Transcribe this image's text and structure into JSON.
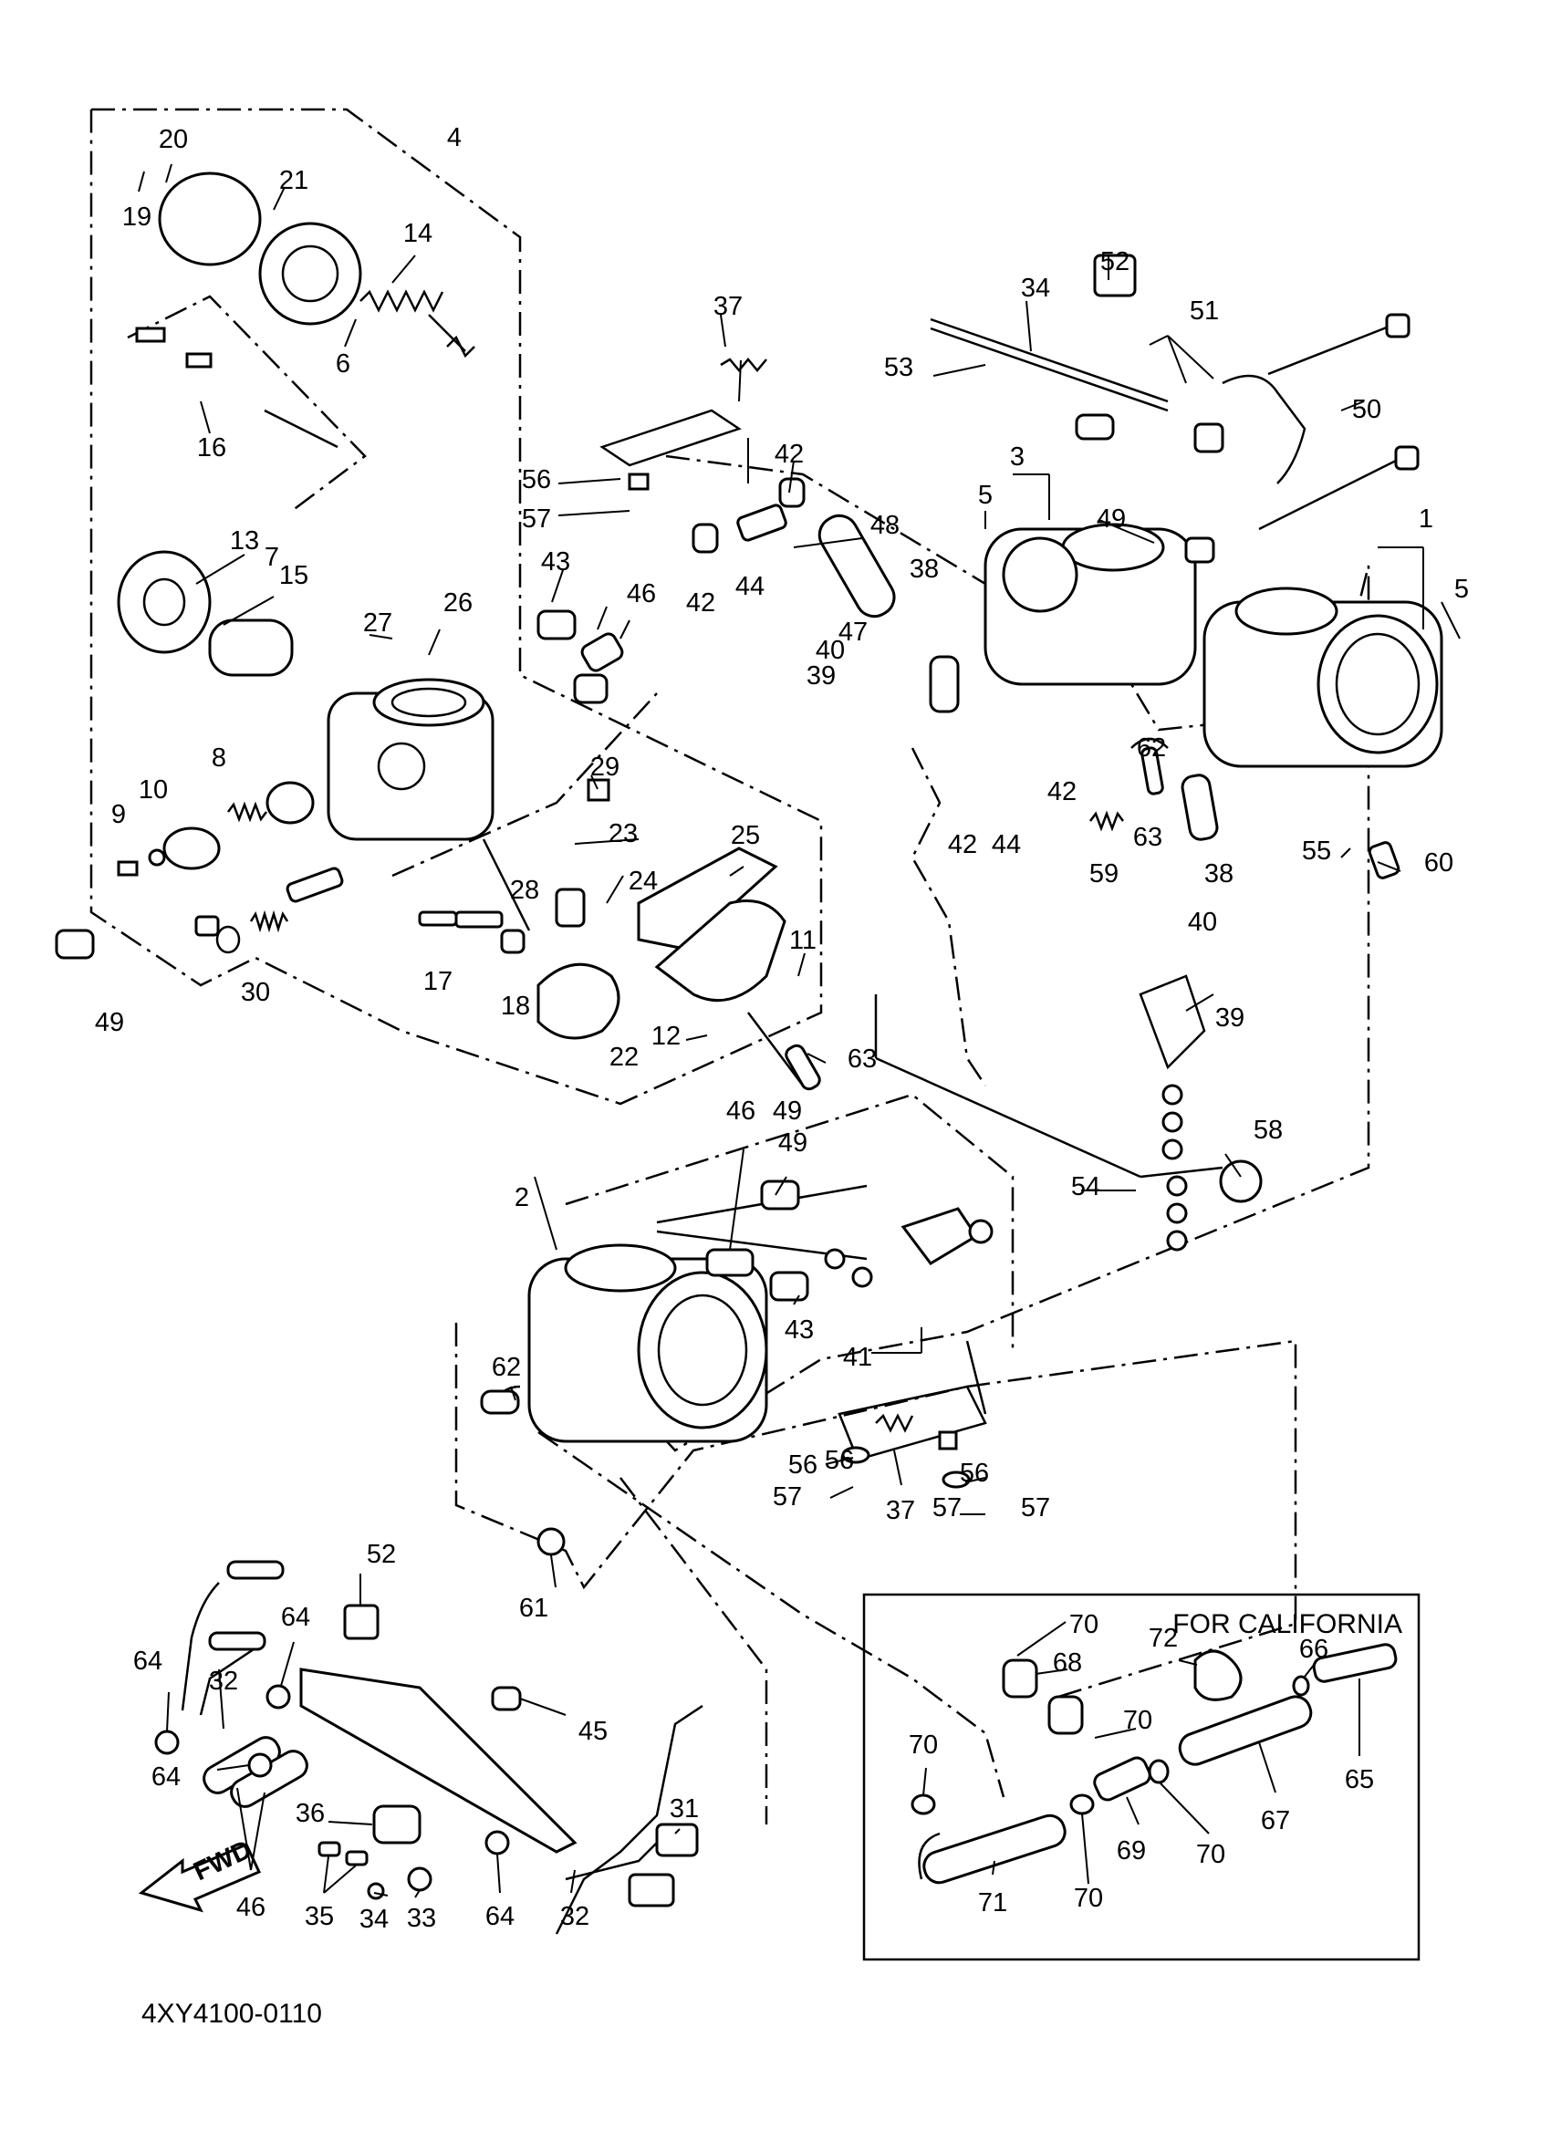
{
  "labels": [
    "1",
    "2",
    "3",
    "4",
    "5",
    "5",
    "6",
    "7",
    "8",
    "9",
    "10",
    "11",
    "12",
    "13",
    "14",
    "15",
    "16",
    "17",
    "18",
    "19",
    "20",
    "21",
    "22",
    "23",
    "24",
    "25",
    "26",
    "27",
    "28",
    "29",
    "30",
    "31",
    "32",
    "32",
    "33",
    "34",
    "34",
    "35",
    "36",
    "37",
    "37",
    "38",
    "38",
    "39",
    "39",
    "40",
    "40",
    "41",
    "42",
    "42",
    "42",
    "42",
    "43",
    "43",
    "44",
    "44",
    "45",
    "46",
    "46",
    "46",
    "47",
    "48",
    "49",
    "49",
    "49",
    "49",
    "50",
    "51",
    "52",
    "52",
    "53",
    "54",
    "55",
    "56",
    "56",
    "56",
    "56",
    "57",
    "57",
    "57",
    "57",
    "58",
    "59",
    "60",
    "61",
    "62",
    "62",
    "63",
    "63",
    "64",
    "64",
    "64",
    "64",
    "65",
    "66",
    "67",
    "68",
    "69",
    "70",
    "70",
    "70",
    "70",
    "70",
    "71",
    "72"
  ],
  "inset_title": "FOR CALIFORNIA",
  "fwd_label": "FWD",
  "diagram_code": "4XY4100-0110"
}
